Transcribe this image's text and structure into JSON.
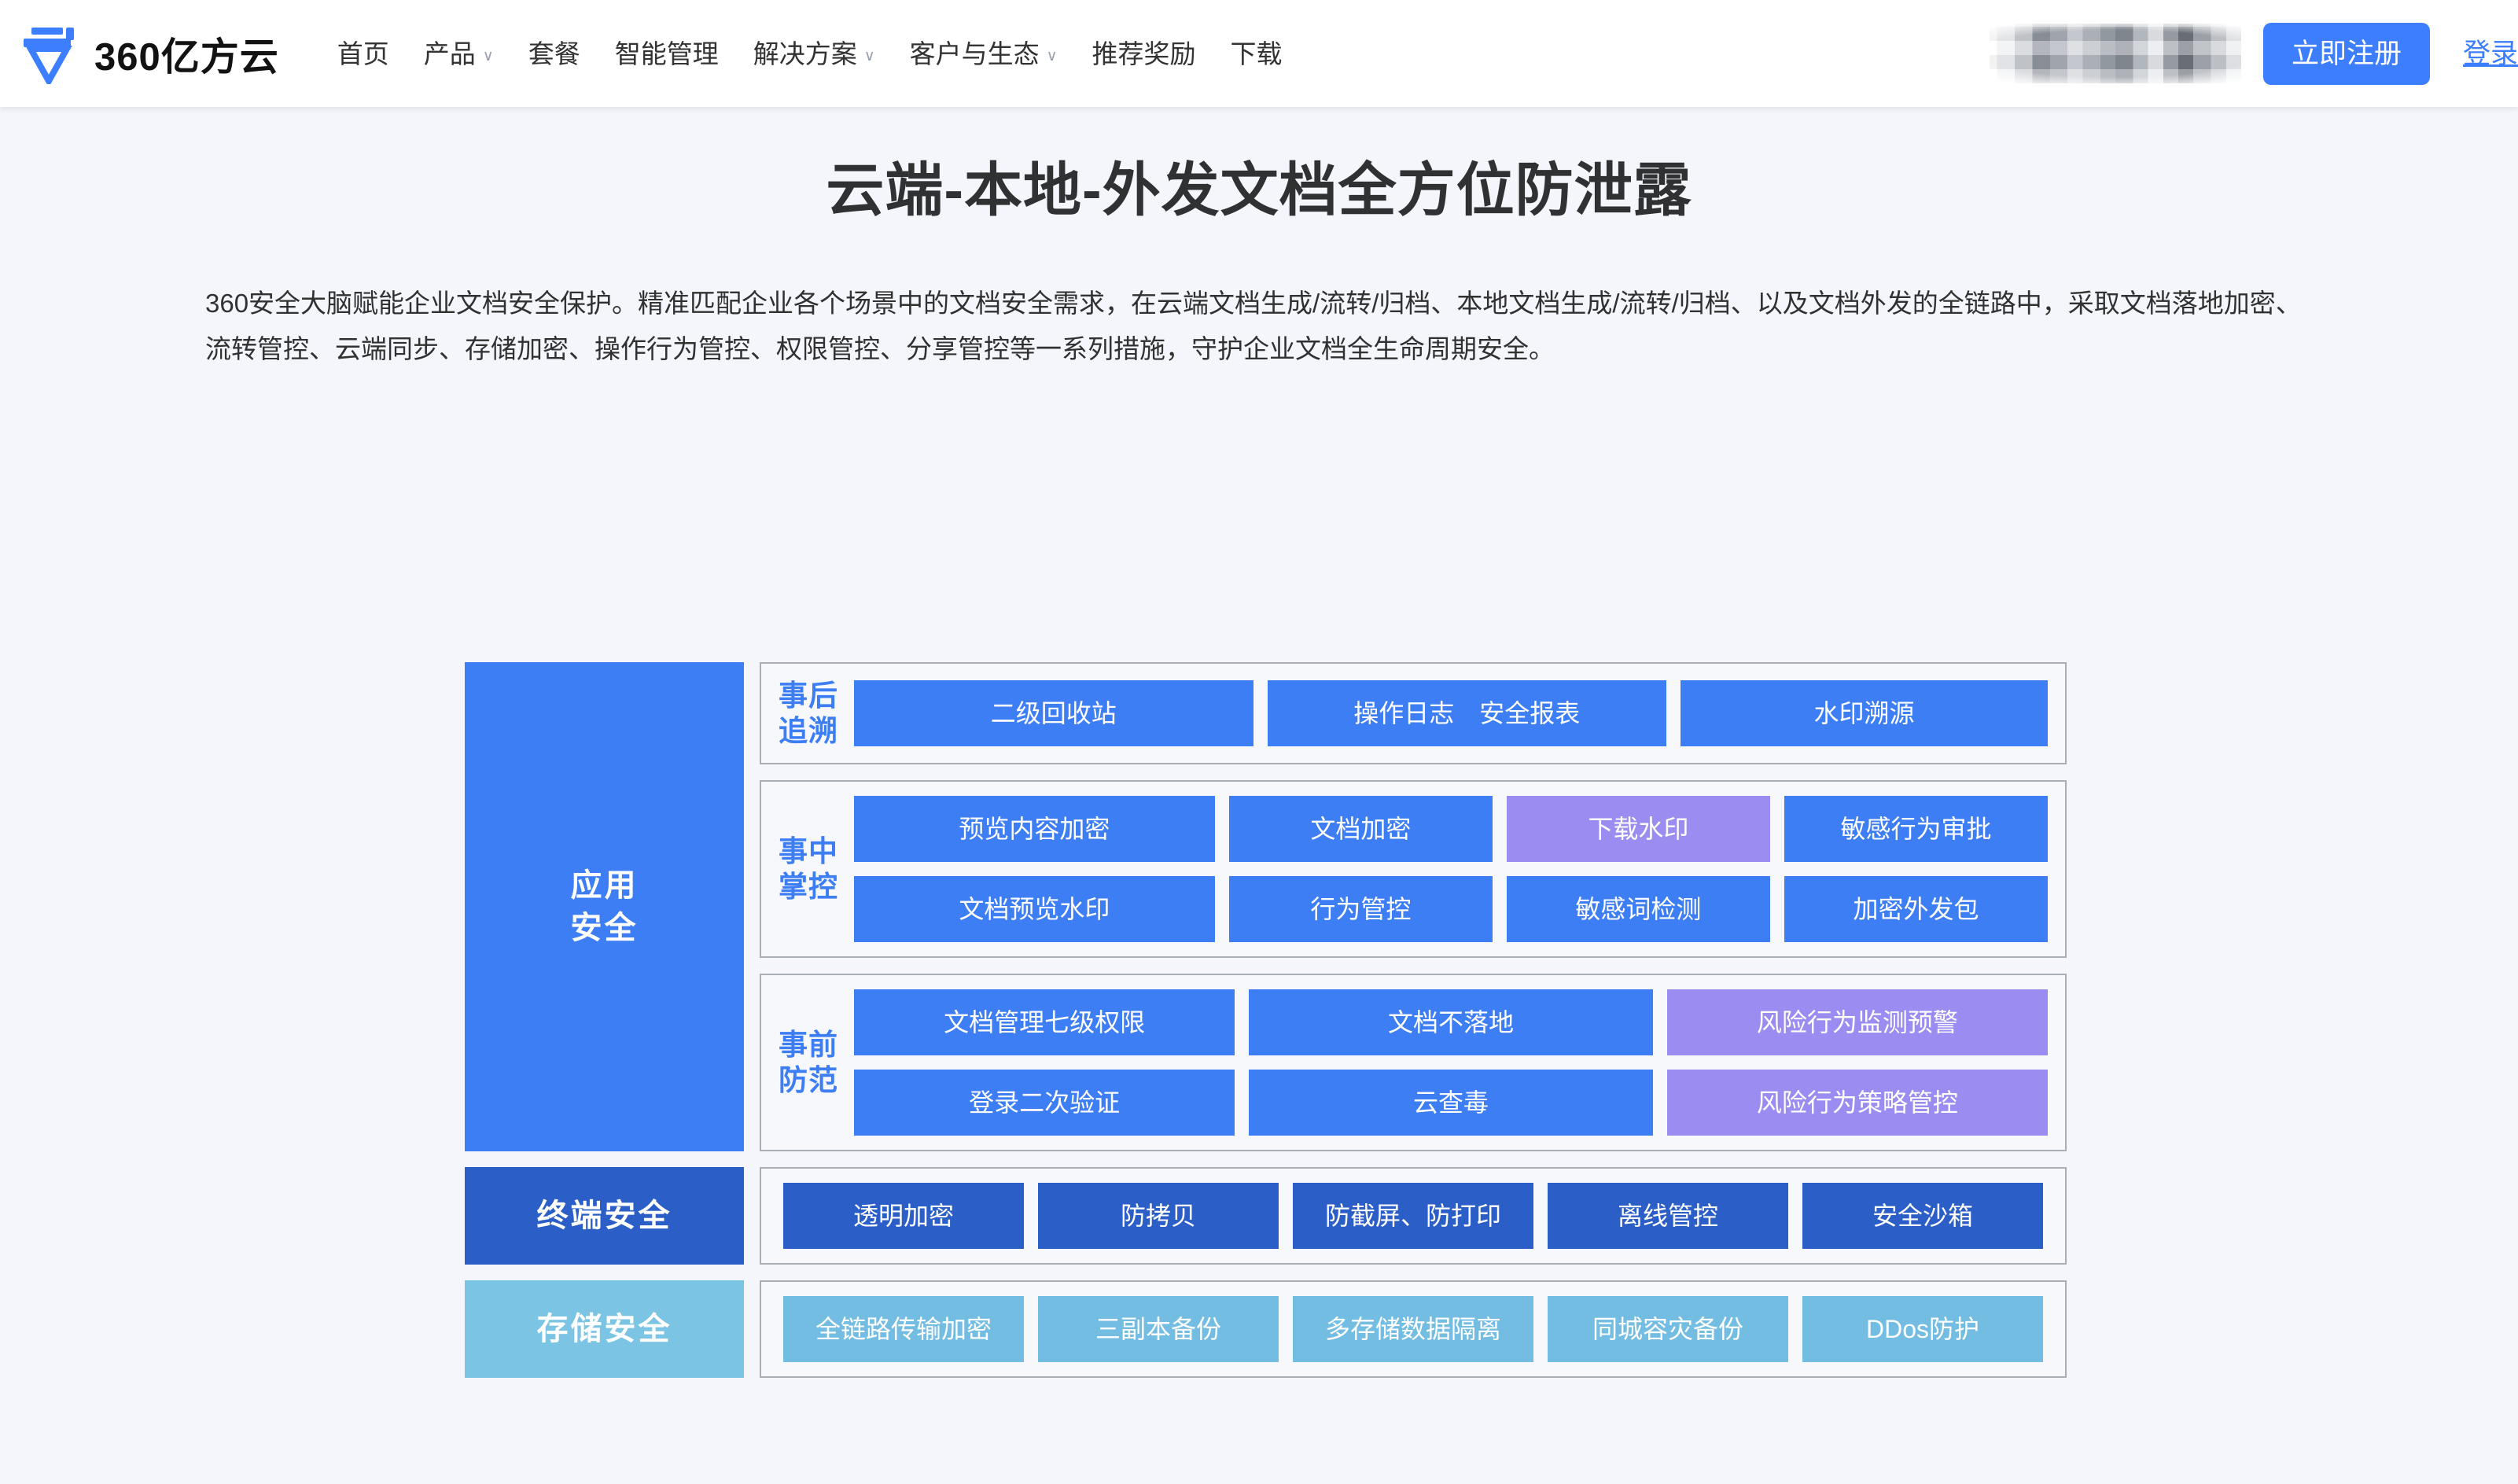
{
  "header": {
    "logo": {
      "icon": "brand-shield-pen-icon",
      "text": "360亿方云"
    },
    "nav": [
      {
        "label": "首页",
        "has_dropdown": false
      },
      {
        "label": "产品",
        "has_dropdown": true
      },
      {
        "label": "套餐",
        "has_dropdown": false
      },
      {
        "label": "智能管理",
        "has_dropdown": false
      },
      {
        "label": "解决方案",
        "has_dropdown": true
      },
      {
        "label": "客户与生态",
        "has_dropdown": true
      },
      {
        "label": "推荐奖励",
        "has_dropdown": false
      },
      {
        "label": "下载",
        "has_dropdown": false
      }
    ],
    "caret_glyph": "∨",
    "user_block": "",
    "register_label": "立即注册",
    "login_label": "登录"
  },
  "hero": {
    "title": "云端-本地-外发文档全方位防泄露",
    "description": "360安全大脑赋能企业文档安全保护。精准匹配企业各个场景中的文档安全需求，在云端文档生成/流转/归档、本地文档生成/流转/归档、以及文档外发的全链路中，采取文档落地加密、流转管控、云端同步、存储加密、操作行为管控、权限管控、分享管控等一系列措施，守护企业文档全生命周期安全。"
  },
  "colors": {
    "accent_blue": "#3d7eff",
    "cell_blue": "#3d7ef5",
    "cell_purple": "#9b8cf2",
    "cell_dark_blue": "#2b5fc7",
    "cell_light_blue": "#73bde3",
    "tier_app": "#3d7ef5",
    "tier_terminal": "#2b5fc7",
    "tier_storage": "#7cc4e4",
    "page_bg": "#f4f6fb",
    "group_border": "#a9aeb6"
  },
  "architecture": {
    "tiers": [
      {
        "name": "应用安全",
        "label": "应用\n安全",
        "style": "tier-app",
        "groups": [
          {
            "stage": "事后\n追溯",
            "stage_name": "事后追溯",
            "rows": 1,
            "cells": [
              {
                "label": "二级回收站",
                "style": "c-blue"
              },
              {
                "label": "操作日志　安全报表",
                "style": "c-blue"
              },
              {
                "label": "水印溯源",
                "style": "c-blue"
              }
            ]
          },
          {
            "stage": "事中\n掌控",
            "stage_name": "事中掌控",
            "rows": 2,
            "cells": [
              {
                "label": "预览内容加密",
                "style": "c-blue"
              },
              {
                "label": "文档加密",
                "style": "c-blue"
              },
              {
                "label": "下载水印",
                "style": "c-purple"
              },
              {
                "label": "敏感行为审批",
                "style": "c-blue"
              },
              {
                "label": "文档预览水印",
                "style": "c-blue"
              },
              {
                "label": "行为管控",
                "style": "c-blue"
              },
              {
                "label": "敏感词检测",
                "style": "c-blue"
              },
              {
                "label": "加密外发包",
                "style": "c-blue"
              }
            ]
          },
          {
            "stage": "事前\n防范",
            "stage_name": "事前防范",
            "rows": 2,
            "cells": [
              {
                "label": "文档管理七级权限",
                "style": "c-blue"
              },
              {
                "label": "文档不落地",
                "style": "c-blue"
              },
              {
                "label": "风险行为监测预警",
                "style": "c-purple"
              },
              {
                "label": "登录二次验证",
                "style": "c-blue"
              },
              {
                "label": "云查毒",
                "style": "c-blue"
              },
              {
                "label": "风险行为策略管控",
                "style": "c-purple"
              }
            ]
          }
        ]
      },
      {
        "name": "终端安全",
        "label": "终端安全",
        "style": "tier-term",
        "groups": [
          {
            "stage": "",
            "stage_name": "",
            "rows": 1,
            "cells": [
              {
                "label": "透明加密",
                "style": "c-dark"
              },
              {
                "label": "防拷贝",
                "style": "c-dark"
              },
              {
                "label": "防截屏、防打印",
                "style": "c-dark"
              },
              {
                "label": "离线管控",
                "style": "c-dark"
              },
              {
                "label": "安全沙箱",
                "style": "c-dark"
              }
            ]
          }
        ]
      },
      {
        "name": "存储安全",
        "label": "存储安全",
        "style": "tier-storage",
        "groups": [
          {
            "stage": "",
            "stage_name": "",
            "rows": 1,
            "cells": [
              {
                "label": "全链路传输加密",
                "style": "c-light"
              },
              {
                "label": "三副本备份",
                "style": "c-light"
              },
              {
                "label": "多存储数据隔离",
                "style": "c-light"
              },
              {
                "label": "同城容灾备份",
                "style": "c-light"
              },
              {
                "label": "DDos防护",
                "style": "c-light"
              }
            ]
          }
        ]
      }
    ]
  }
}
